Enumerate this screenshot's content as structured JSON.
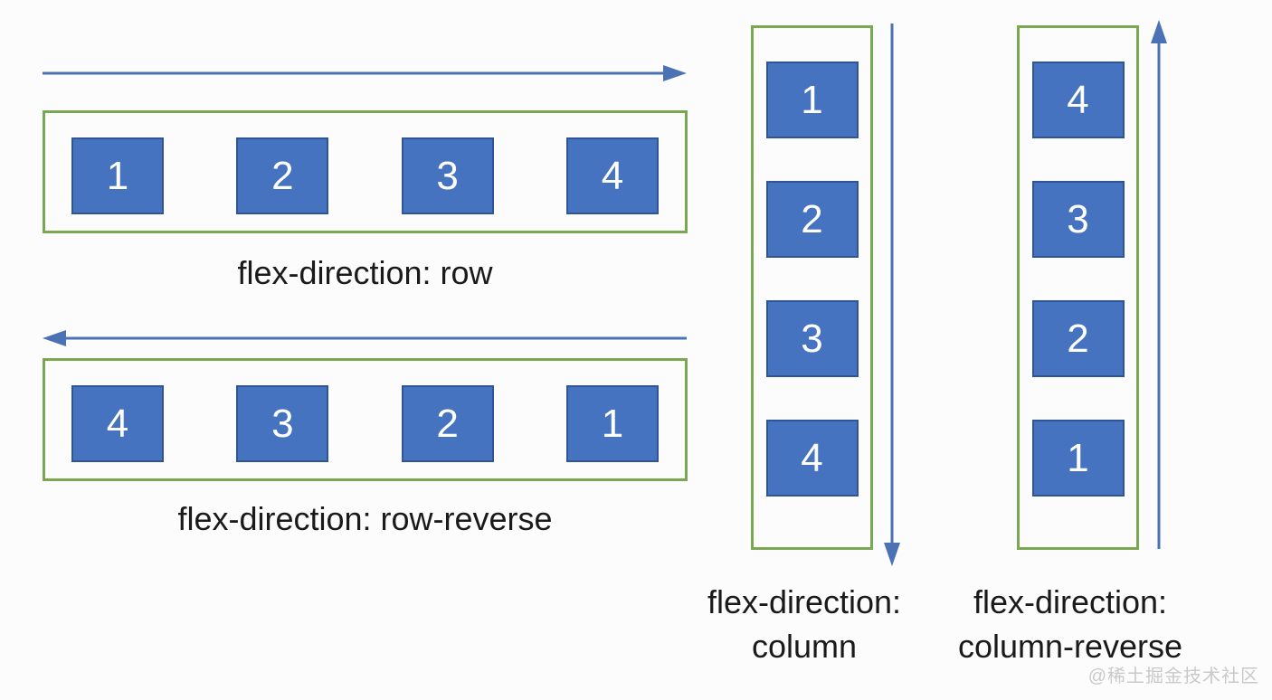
{
  "diagram": {
    "row": {
      "label": "flex-direction: row",
      "items": [
        "1",
        "2",
        "3",
        "4"
      ]
    },
    "row_reverse": {
      "label": "flex-direction: row-reverse",
      "items": [
        "4",
        "3",
        "2",
        "1"
      ]
    },
    "column": {
      "label_line1": "flex-direction:",
      "label_line2": "column",
      "items": [
        "1",
        "2",
        "3",
        "4"
      ]
    },
    "column_reverse": {
      "label_line1": "flex-direction:",
      "label_line2": "column-reverse",
      "items": [
        "4",
        "3",
        "2",
        "1"
      ]
    }
  },
  "watermark": "@稀土掘金技术社区",
  "colors": {
    "item_fill": "#4673c0",
    "item_border": "#2f5597",
    "container_border": "#7aa752",
    "arrow": "#4a72b4",
    "label_text": "#1a1a1a",
    "watermark_text": "#c9c9c9",
    "background": "#fcfcfc"
  }
}
